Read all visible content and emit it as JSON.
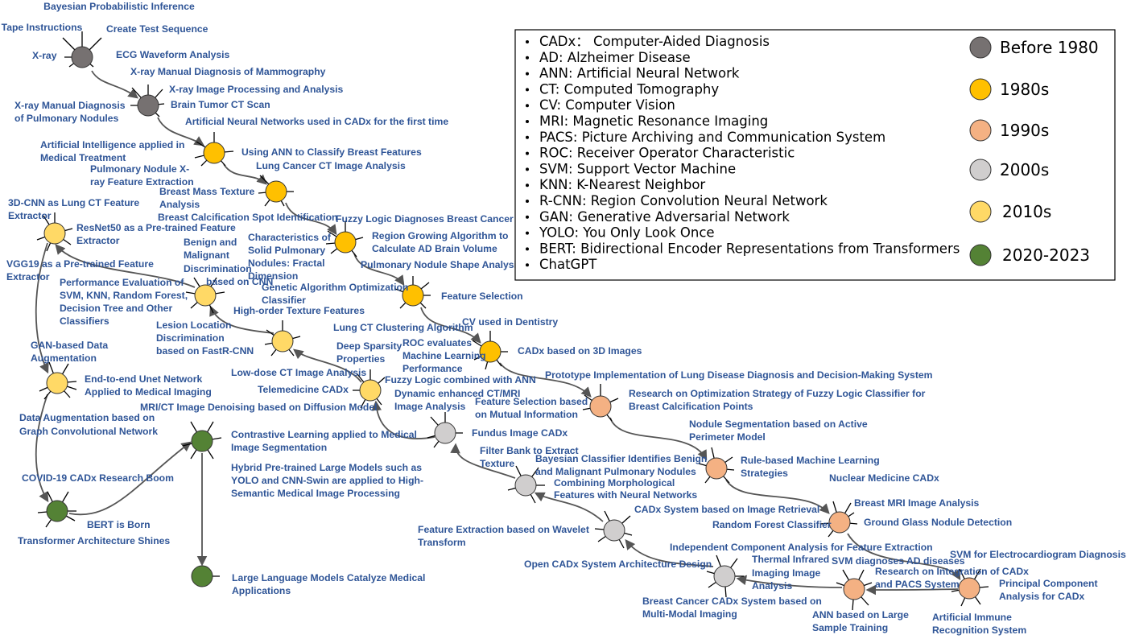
{
  "colors": {
    "label": "#2F5597",
    "edge": "#555555",
    "before_1980": "#767171",
    "y1980s": "#FFC000",
    "y1990s": "#F4B183",
    "y2000s": "#D0CECE",
    "y2010s": "#FFD966",
    "y2020s": "#548235"
  },
  "legend": {
    "abbreviations": [
      "CADx： Computer-Aided Diagnosis",
      "AD: Alzheimer  Disease",
      "ANN: Artificial Neural Network",
      "CT: Computed Tomography",
      "CV: Computer Vision",
      "MRI: Magnetic Resonance Imaging",
      "PACS: Picture Archiving and Communication System",
      "ROC: Receiver Operator Characteristic",
      "SVM: Support Vector Machine",
      "KNN: K-Nearest Neighbor",
      "R-CNN: Region Convolution Neural Network",
      "GAN: Generative Adversarial Network",
      "YOLO: You Only Look Once",
      "BERT: Bidirectional Encoder Representations from Transformers",
      "ChatGPT"
    ],
    "eras": [
      {
        "label": "Before 1980",
        "color": "#767171"
      },
      {
        "label": "1980s",
        "color": "#FFC000"
      },
      {
        "label": "1990s",
        "color": "#F4B183"
      },
      {
        "label": "2000s",
        "color": "#D0CECE"
      },
      {
        "label": "2010s",
        "color": "#FFD966"
      },
      {
        "label": "2020-2023",
        "color": "#548235"
      }
    ]
  },
  "nodes": {
    "n1": {
      "era": "before_1980",
      "labels": [
        "Bayesian Probabilistic Inference",
        "Tape Instructions",
        "Create Test Sequence",
        "X-ray",
        "ECG Waveform Analysis"
      ]
    },
    "n2": {
      "era": "before_1980",
      "labels": [
        "X-ray Manual Diagnosis of Mammography",
        "X-ray Image Processing and Analysis",
        "X-ray Manual Diagnosis",
        "of Pulmonary Nodules",
        "Brain Tumor CT Scan"
      ]
    },
    "n3": {
      "era": "y1980s",
      "labels": [
        "Artificial Neural Networks used in CADx for the first time",
        "Artificial Intelligence applied in",
        "Medical Treatment",
        "Using ANN to Classify Breast Features",
        "Pulmonary Nodule X-",
        "ray Feature Extraction"
      ]
    },
    "n4": {
      "era": "y1980s",
      "labels": [
        "Lung Cancer CT Image Analysis",
        "Breast Mass Texture",
        "Analysis",
        "Breast Calcification Spot Identification"
      ]
    },
    "n5": {
      "era": "y1980s",
      "labels": [
        "Fuzzy Logic Diagnoses Breast Cancer",
        "Characteristics of",
        "Solid Pulmonary",
        "Nodules: Fractal",
        "Dimension",
        "Region Growing Algorithm to",
        "Calculate AD Brain Volume"
      ]
    },
    "n6": {
      "era": "y1980s",
      "labels": [
        "Pulmonary Nodule Shape Analysis",
        "Genetic Algorithm Optimization",
        "Classifier",
        "Feature Selection",
        "Lung CT Clustering Algorithm"
      ]
    },
    "n7": {
      "era": "y1980s",
      "labels": [
        "CV used in Dentistry",
        "ROC evaluates",
        "Machine Learning",
        "Performance",
        "CADx based on 3D Images"
      ]
    },
    "n8": {
      "era": "y1990s",
      "labels": [
        "Prototype Implementation of Lung Disease Diagnosis and Decision-Making System",
        "Feature Selection based",
        "on Mutual Information",
        "Research on Optimization Strategy of Fuzzy Logic Classifier for",
        "Breast Calcification Points"
      ]
    },
    "n9": {
      "era": "y1990s",
      "labels": [
        "Nodule Segmentation based on Active",
        "Perimeter Model",
        "Bayesian Classifier Identifies Benign",
        "and Malignant Pulmonary Nodules",
        "Rule-based Machine Learning",
        "Strategies"
      ]
    },
    "n10": {
      "era": "y1990s",
      "labels": [
        "Nuclear Medicine CADx",
        "Breast MRI Image Analysis",
        "Random Forest Classifier",
        "Ground Glass Nodule Detection"
      ]
    },
    "n11": {
      "era": "y1990s",
      "labels": [
        "SVM for Electrocardiogram Diagnosis",
        "Principal Component",
        "Analysis for CADx",
        "Artificial Immune",
        "Recognition System"
      ]
    },
    "n12": {
      "era": "y1990s",
      "labels": [
        "SVM diagnoses AD diseases",
        "Research on Integration of CADx",
        "and PACS System",
        "ANN based on Large",
        "Sample Training"
      ]
    },
    "n13": {
      "era": "y2000s",
      "labels": [
        "Independent Component Analysis for Feature Extraction",
        "Thermal Infrared",
        "Imaging Image",
        "Analysis",
        "Breast Cancer CADx System based on",
        "Multi-Modal Imaging"
      ]
    },
    "n14": {
      "era": "y2000s",
      "labels": [
        "CADx System based on Image Retrieval",
        "Feature Extraction based on Wavelet",
        "Transform",
        "Open CADx System Architecture Design"
      ]
    },
    "n15": {
      "era": "y2000s",
      "labels": [
        "Filter Bank to Extract",
        "Texture",
        "Combining Morphological",
        "Features with Neural Networks"
      ]
    },
    "n16": {
      "era": "y2000s",
      "labels": [
        "Dynamic enhanced CT/MRI",
        "Image Analysis",
        "Fundus Image CADx"
      ]
    },
    "n17": {
      "era": "y2010s",
      "labels": [
        "Deep Sparsity",
        "Properties",
        "Fuzzy Logic combined with ANN",
        "Telemedicine CADx",
        "MRI/CT Image Denoising based on Diffusion Model"
      ]
    },
    "n18": {
      "era": "y2010s",
      "labels": [
        "High-order Texture Features",
        "Low-dose CT Image Analysis"
      ]
    },
    "n19": {
      "era": "y2010s",
      "labels": [
        "Benign and",
        "Malignant",
        "Discrimination",
        "based on CNN",
        "Performance Evaluation of",
        "SVM, KNN, Random Forest,",
        "Decision Tree and Other",
        "Classifiers",
        "Lesion Location",
        "Discrimination",
        "based on FastR-CNN"
      ]
    },
    "n20": {
      "era": "y2010s",
      "labels": [
        "3D-CNN as Lung CT Feature",
        "Extractor",
        "ResNet50 as a Pre-trained Feature",
        "Extractor",
        "VGG19 as a Pre-trained Feature",
        "Extractor"
      ]
    },
    "n21": {
      "era": "y2010s",
      "labels": [
        "GAN-based Data",
        "Augmentation",
        "End-to-end Unet Network",
        "Applied to Medical Imaging",
        "Data Augmentation based on",
        "Graph Convolutional Network"
      ]
    },
    "n22": {
      "era": "y2020s",
      "labels": [
        "COVID-19 CADx Research Boom",
        "BERT is Born",
        "Transformer Architecture Shines"
      ]
    },
    "n23": {
      "era": "y2020s",
      "labels": [
        "Contrastive Learning applied to Medical",
        "Image Segmentation",
        "Hybrid Pre-trained Large Models such as",
        "YOLO and CNN-Swin are applied to High-",
        "Semantic Medical Image Processing"
      ]
    },
    "n24": {
      "era": "y2020s",
      "labels": [
        "Large Language Models Catalyze Medical",
        "Applications"
      ]
    }
  }
}
